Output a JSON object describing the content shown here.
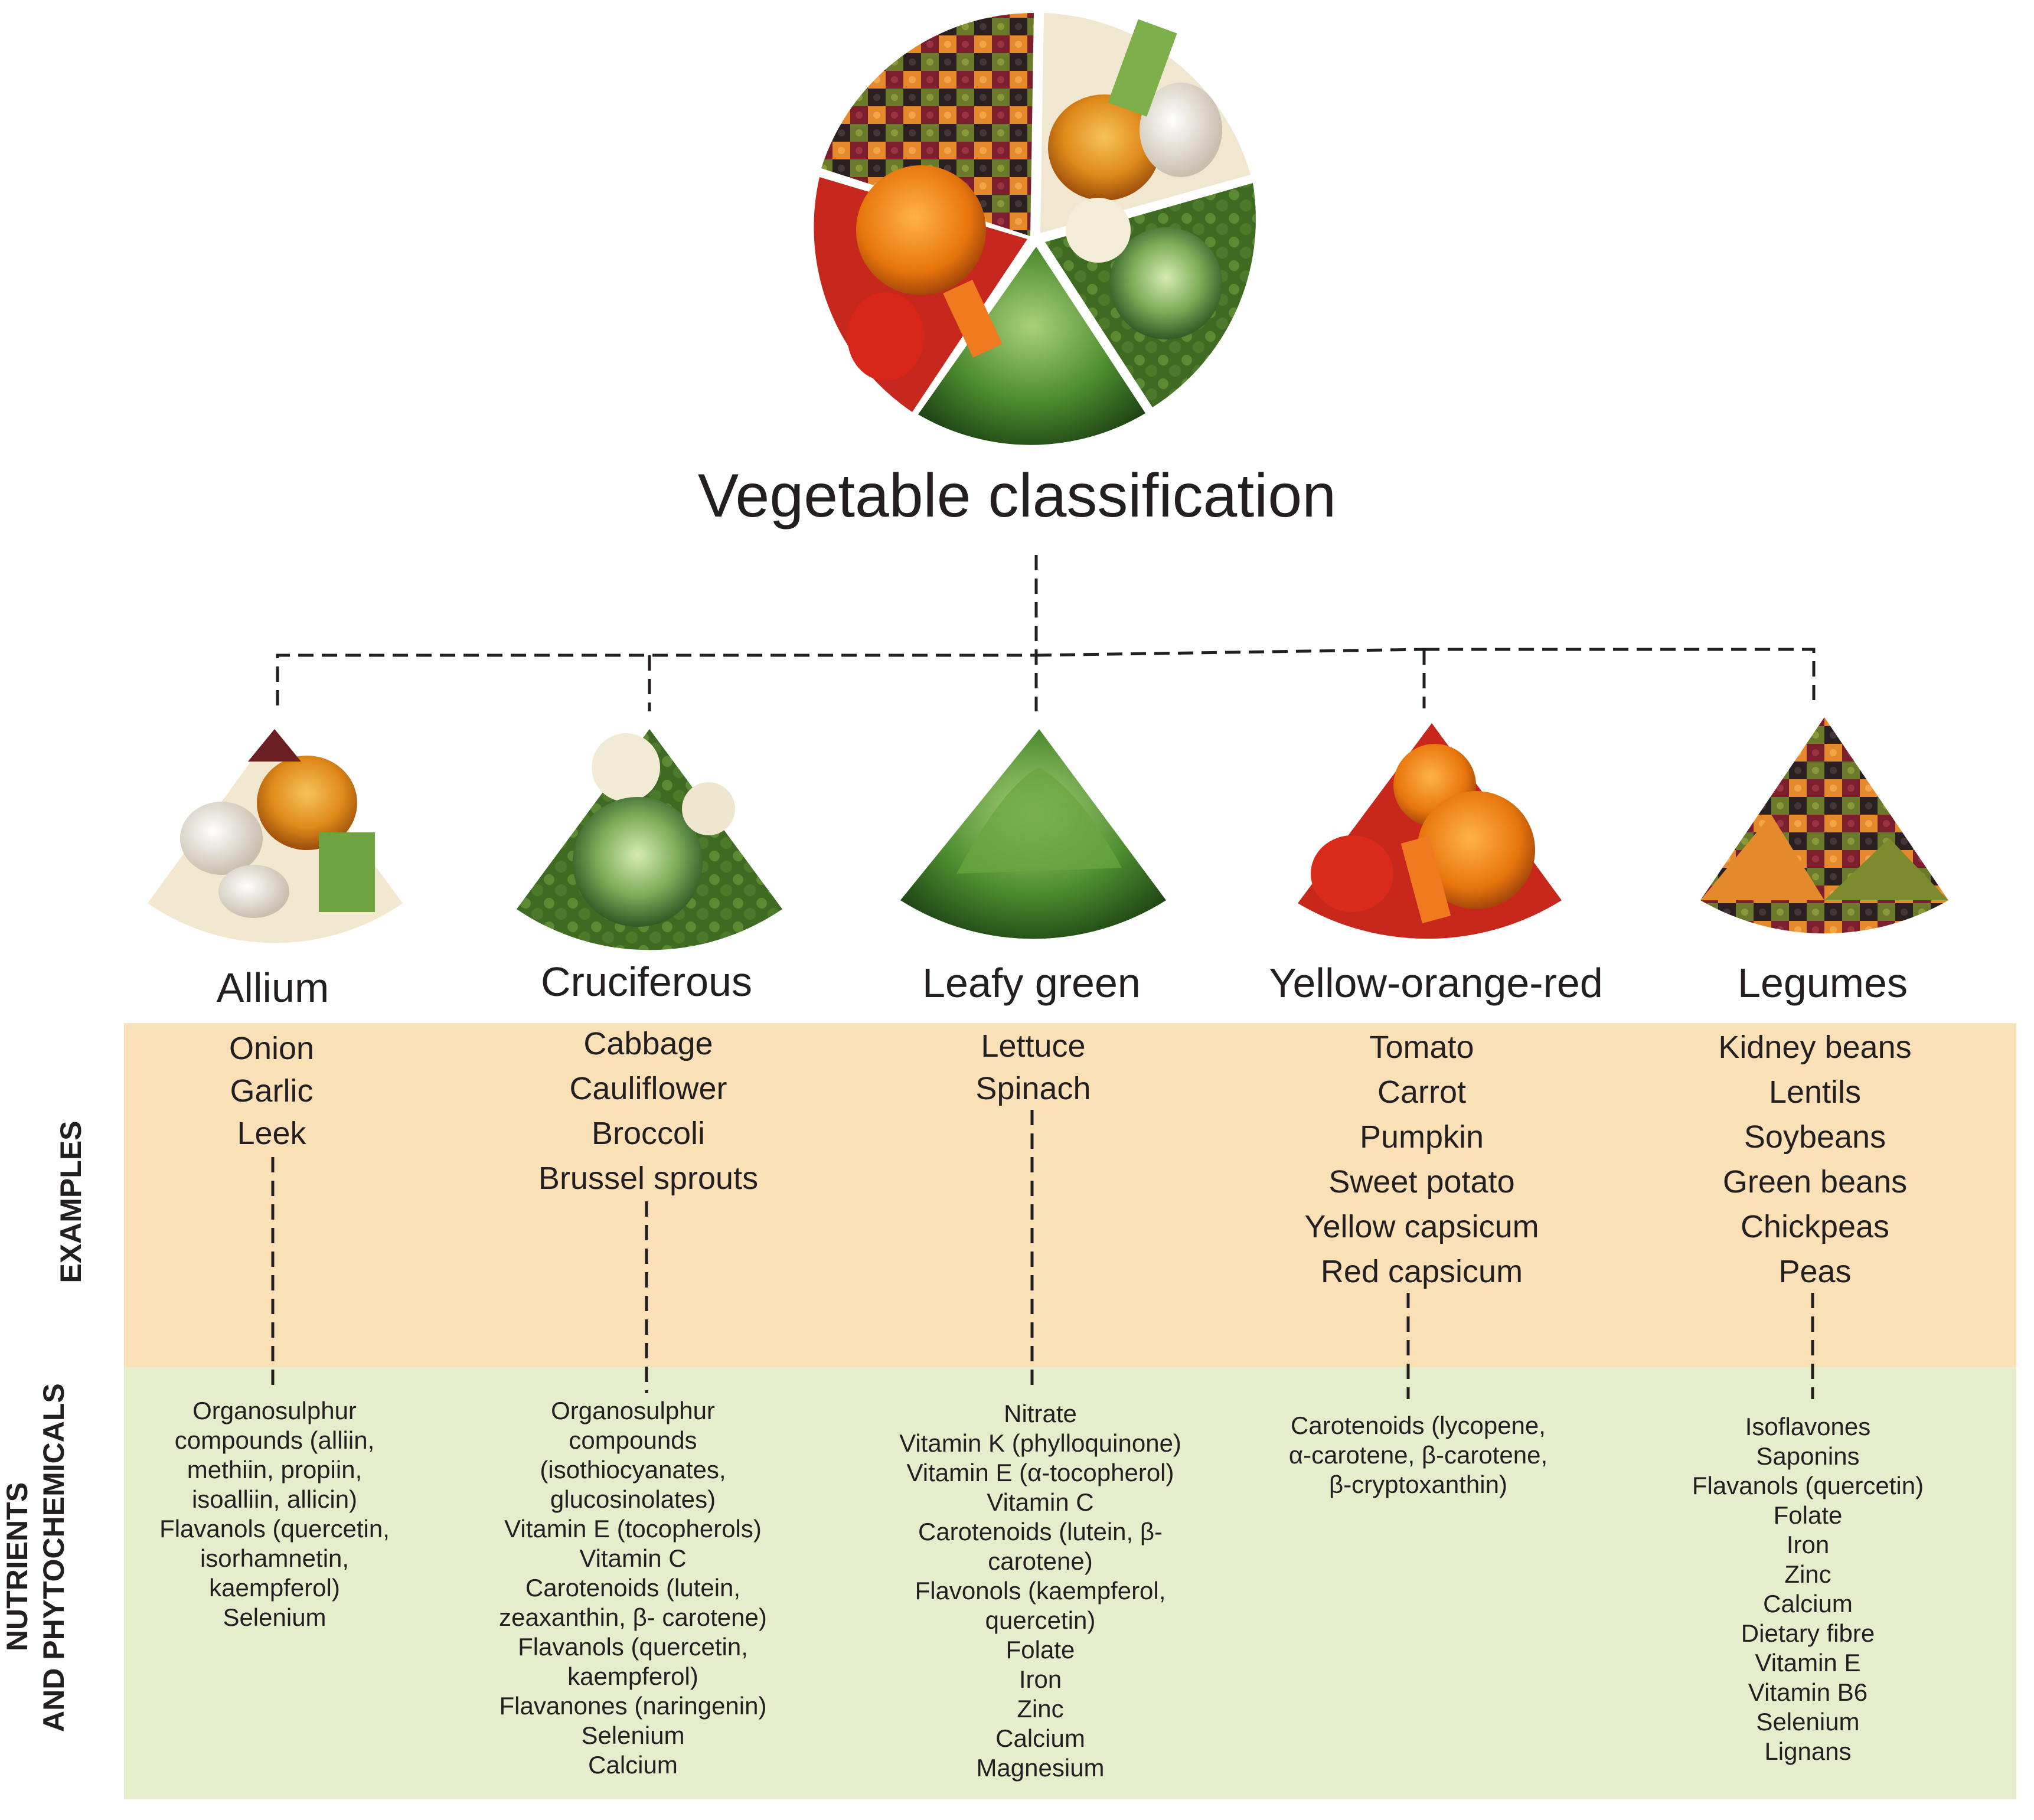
{
  "title": "Vegetable classification",
  "side_labels": {
    "examples": "EXAMPLES",
    "nutrients_line1": "NUTRIENTS",
    "nutrients_line2": "AND PHYTOCHEMICALS"
  },
  "colors": {
    "examples_band": "#f9e0b7",
    "nutrients_band": "#e6edcd",
    "connector": "#231f20"
  },
  "categories": [
    {
      "name": "Allium",
      "image_icon": "onion-garlic-leek-image",
      "examples": [
        "Onion",
        "Garlic",
        "Leek"
      ],
      "nutrients": [
        "Organosulphur",
        "compounds (alliin,",
        "methiin, propiin,",
        "isoalliin, allicin)",
        "Flavanols (quercetin,",
        "isorhamnetin,",
        "kaempferol)",
        "Selenium"
      ]
    },
    {
      "name": "Cruciferous",
      "image_icon": "cabbage-cauliflower-broccoli-image",
      "examples": [
        "Cabbage",
        "Cauliflower",
        "Broccoli",
        "Brussel sprouts"
      ],
      "nutrients": [
        "Organosulphur",
        "compounds",
        "(isothiocyanates,",
        "glucosinolates)",
        "Vitamin E (tocopherols)",
        "Vitamin C",
        "Carotenoids (lutein,",
        "zeaxanthin, β- carotene)",
        "Flavanols (quercetin,",
        "kaempferol)",
        "Flavanones (naringenin)",
        "Selenium",
        "Calcium"
      ]
    },
    {
      "name": "Leafy green",
      "image_icon": "lettuce-spinach-image",
      "examples": [
        "Lettuce",
        "Spinach"
      ],
      "nutrients": [
        "Nitrate",
        "Vitamin K (phylloquinone)",
        "Vitamin E (α-tocopherol)",
        "Vitamin C",
        "Carotenoids (lutein, β-",
        "carotene)",
        "Flavonols (kaempferol,",
        "quercetin)",
        "Folate",
        "Iron",
        "Zinc",
        "Calcium",
        "Magnesium"
      ]
    },
    {
      "name": "Yellow-orange-red",
      "image_icon": "tomato-carrot-pumpkin-image",
      "examples": [
        "Tomato",
        "Carrot",
        "Pumpkin",
        "Sweet potato",
        "Yellow capsicum",
        "Red capsicum"
      ],
      "nutrients": [
        "Carotenoids (lycopene,",
        "α-carotene, β-carotene,",
        "β-cryptoxanthin)"
      ]
    },
    {
      "name": "Legumes",
      "image_icon": "beans-lentils-image",
      "examples": [
        "Kidney beans",
        "Lentils",
        "Soybeans",
        "Green beans",
        "Chickpeas",
        "Peas"
      ],
      "nutrients": [
        "Isoflavones",
        "Saponins",
        "Flavanols (quercetin)",
        "Folate",
        "Iron",
        "Zinc",
        "Calcium",
        "Dietary fibre",
        "Vitamin E",
        "Vitamin B6",
        "Selenium",
        "Lignans"
      ]
    }
  ]
}
